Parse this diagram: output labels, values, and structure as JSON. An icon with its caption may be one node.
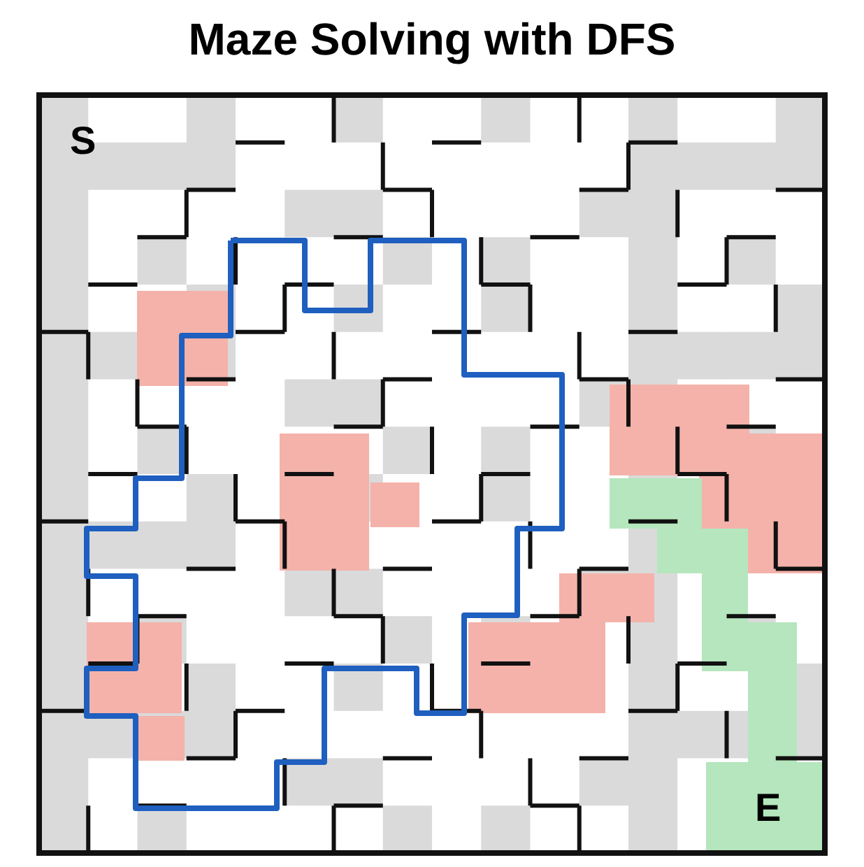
{
  "diagram": {
    "title": "Maze Solving with DFS",
    "labels": [
      "S",
      "E"
    ]
  }
}
